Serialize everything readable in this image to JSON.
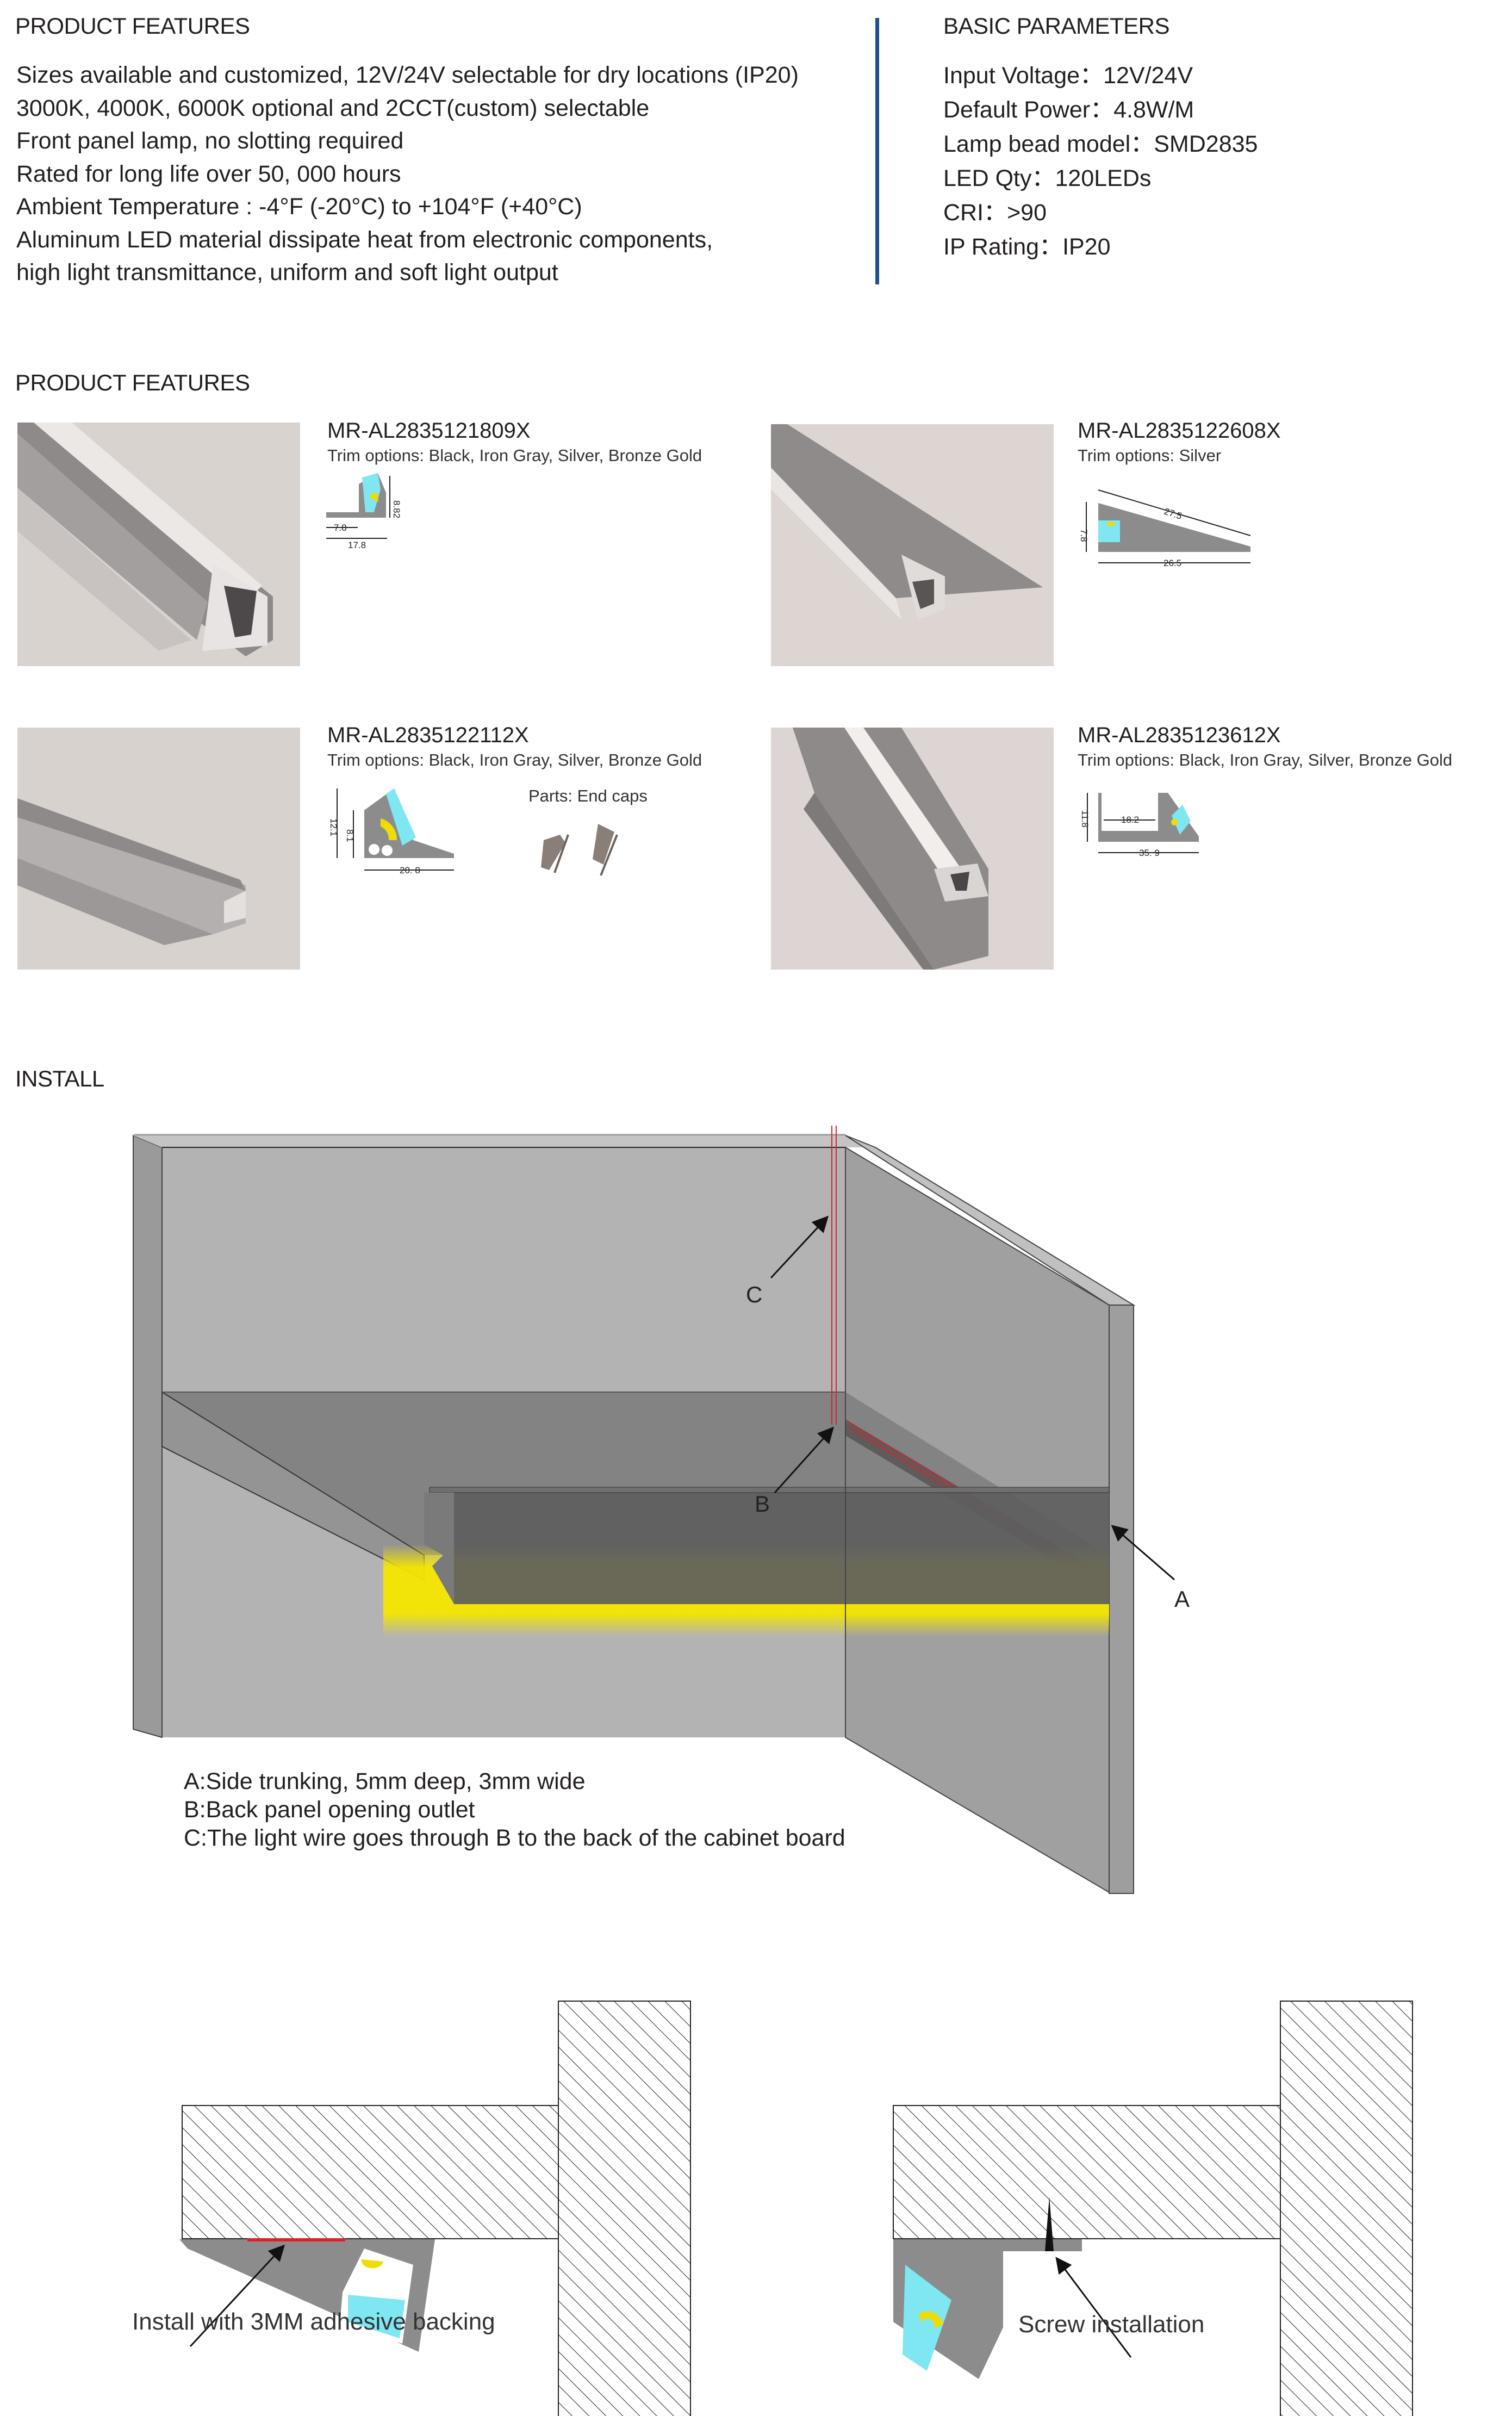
{
  "features_section": {
    "title": "PRODUCT FEATURES",
    "lines": [
      "Sizes available and customized, 12V/24V selectable for dry locations (IP20)",
      "3000K, 4000K, 6000K optional and 2CCT(custom) selectable",
      "Front panel lamp, no slotting required",
      "Rated for long life over 50, 000 hours",
      "Ambient Temperature : -4°F (-20°C) to +104°F (+40°C)",
      "Aluminum LED material dissipate heat from electronic components,",
      "high light transmittance, uniform and soft light output"
    ]
  },
  "parameters_section": {
    "title": "BASIC PARAMETERS",
    "divider_color": "#1d4e8f",
    "items": [
      {
        "label": "Input Voltage：",
        "value": "12V/24V"
      },
      {
        "label": "Default Power：",
        "value": "4.8W/M"
      },
      {
        "label": "Lamp bead model：",
        "value": "SMD2835"
      },
      {
        "label": "LED Qty：",
        "value": "120LEDs"
      },
      {
        "label": "CRI：",
        "value": ">90"
      },
      {
        "label": "IP Rating：",
        "value": "IP20"
      }
    ]
  },
  "products_section": {
    "title": "PRODUCT FEATURES",
    "products": [
      {
        "model": "MR-AL2835121809X",
        "trim": "Trim options: Black, Iron Gray, Silver, Bronze Gold",
        "dimensions": {
          "height": "8.82",
          "inner_width": "7.8",
          "width": "17.8"
        }
      },
      {
        "model": "MR-AL2835122608X",
        "trim": "Trim options: Silver",
        "dimensions": {
          "height": "7.8",
          "slope": "27.5",
          "width": "26.5"
        }
      },
      {
        "model": "MR-AL2835122112X",
        "trim": "Trim options: Black, Iron Gray, Silver, Bronze Gold",
        "dimensions": {
          "height": "12.1",
          "inner_height": "8.1",
          "width": "20. 8"
        },
        "parts": "Parts: End caps"
      },
      {
        "model": "MR-AL2835123612X",
        "trim": "Trim options: Black, Iron Gray, Silver, Bronze Gold",
        "dimensions": {
          "height": "11.8",
          "inner_width": "18.2",
          "width": "35. 9"
        }
      }
    ]
  },
  "install_section": {
    "title": "INSTALL",
    "callouts": {
      "a": "A",
      "b": "B",
      "c": "C"
    },
    "legend": [
      "A:Side trunking, 5mm deep, 3mm wide",
      "B:Back panel opening outlet",
      "C:The light wire goes through B to the back of the cabinet board"
    ],
    "methods": [
      {
        "caption": "Install with 3MM adhesive backing"
      },
      {
        "caption": "Screw installation"
      }
    ],
    "colors": {
      "glow": "#f5e600",
      "wire": "#d8232a",
      "panel": "#b3b3b3"
    }
  }
}
